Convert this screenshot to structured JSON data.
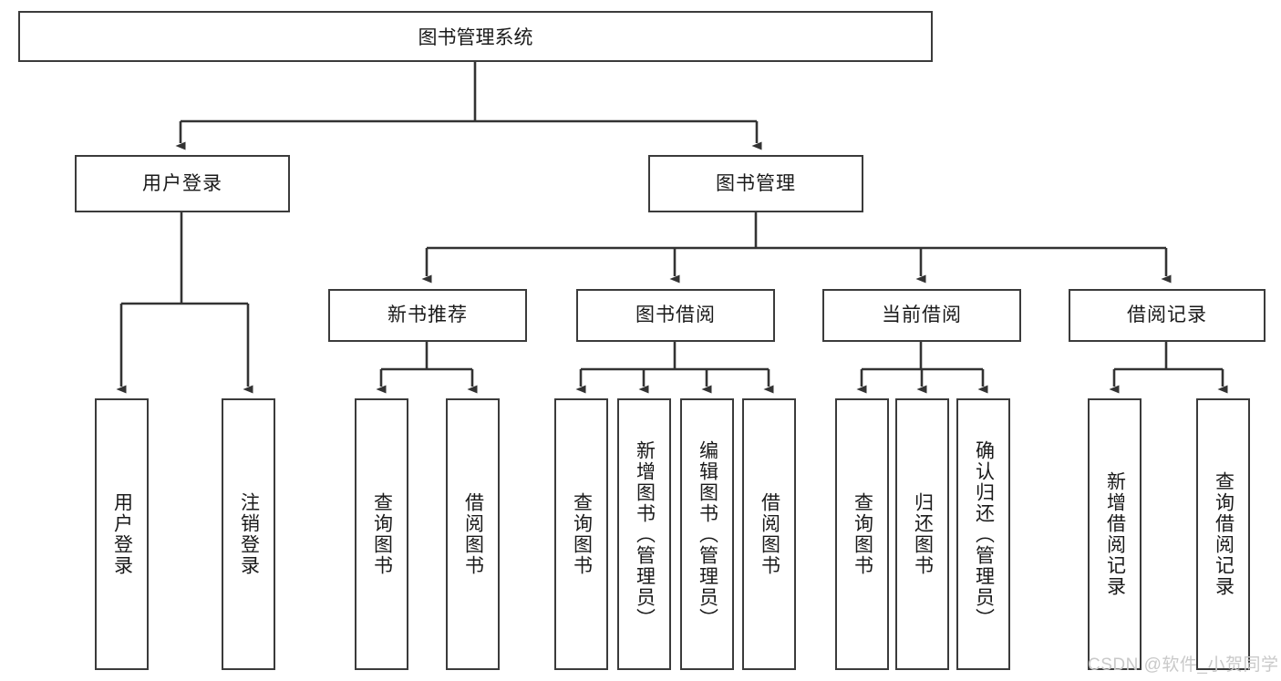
{
  "diagram": {
    "title": "图书管理系统",
    "type": "tree-hierarchy-diagram",
    "colors": {
      "node_border": "#3b3b3b",
      "node_fill": "#ffffff",
      "edge": "#333333",
      "text": "#1a1a1a",
      "watermark": "#c9c9c9",
      "background": "#ffffff"
    },
    "root": {
      "label": "图书管理系统"
    },
    "level2": [
      {
        "label": "用户登录"
      },
      {
        "label": "图书管理"
      }
    ],
    "level3": [
      {
        "label": "新书推荐"
      },
      {
        "label": "图书借阅"
      },
      {
        "label": "当前借阅"
      },
      {
        "label": "借阅记录"
      }
    ],
    "leaves": {
      "user_login": [
        {
          "label": "用户登录"
        },
        {
          "label": "注销登录"
        }
      ],
      "new_book_recommend": [
        {
          "label": "查询图书"
        },
        {
          "label": "借阅图书"
        }
      ],
      "book_borrow": [
        {
          "label": "查询图书"
        },
        {
          "label": "新增图书（管理员）"
        },
        {
          "label": "编辑图书（管理员）"
        },
        {
          "label": "借阅图书"
        }
      ],
      "current_borrow": [
        {
          "label": "查询图书"
        },
        {
          "label": "归还图书"
        },
        {
          "label": "确认归还（管理员）"
        }
      ],
      "borrow_record": [
        {
          "label": "新增借阅记录"
        },
        {
          "label": "查询借阅记录"
        }
      ]
    },
    "watermark": "CSDN @软件_小贺同学"
  }
}
